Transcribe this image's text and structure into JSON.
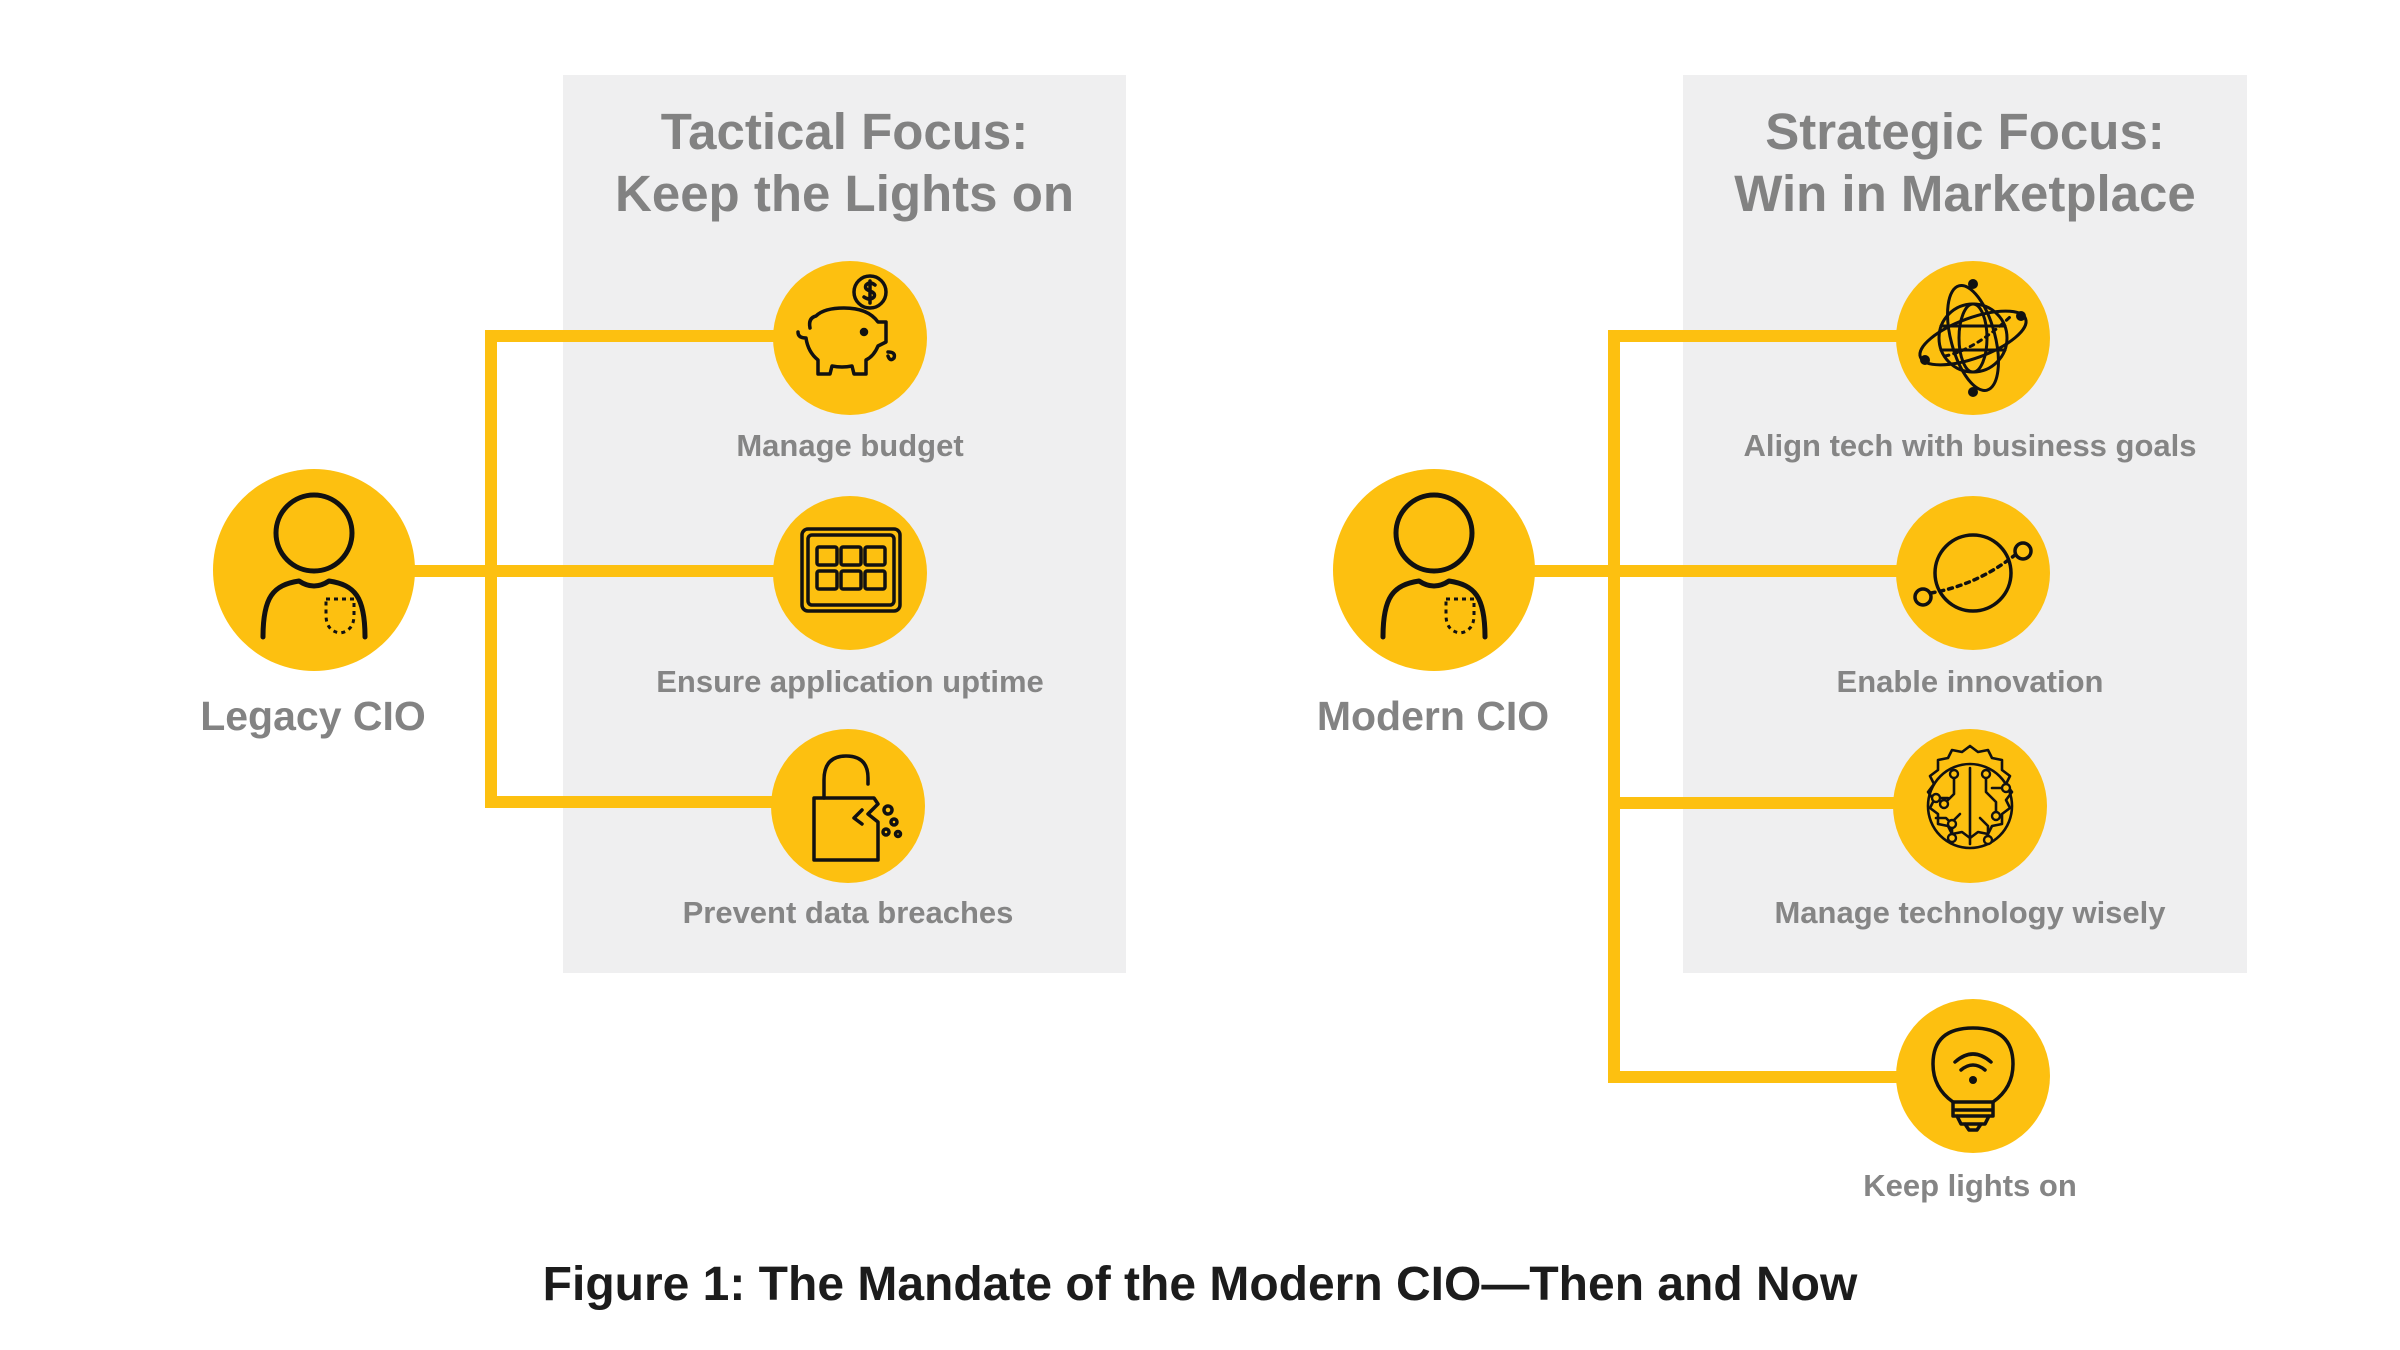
{
  "colors": {
    "accent": "#fdc010",
    "panel": "#efeff0",
    "text": "#858585",
    "caption": "#1c1c1c"
  },
  "legacy": {
    "role": "Legacy CIO",
    "panel_title_line1": "Tactical Focus:",
    "panel_title_line2": "Keep the Lights on",
    "items": [
      {
        "label": "Manage budget",
        "icon": "piggy-bank-icon"
      },
      {
        "label": "Ensure application uptime",
        "icon": "app-grid-icon"
      },
      {
        "label": "Prevent data breaches",
        "icon": "broken-lock-icon"
      }
    ]
  },
  "modern": {
    "role": "Modern CIO",
    "panel_title_line1": "Strategic Focus:",
    "panel_title_line2": "Win in Marketplace",
    "items": [
      {
        "label": "Align tech with business goals",
        "icon": "globe-orbit-icon"
      },
      {
        "label": "Enable innovation",
        "icon": "planet-orbit-icon"
      },
      {
        "label": "Manage technology wisely",
        "icon": "circuit-chip-icon"
      },
      {
        "label": "Keep lights on",
        "icon": "wifi-bulb-icon"
      }
    ]
  },
  "caption": "Figure 1:  The Mandate of the Modern CIO—Then and Now"
}
